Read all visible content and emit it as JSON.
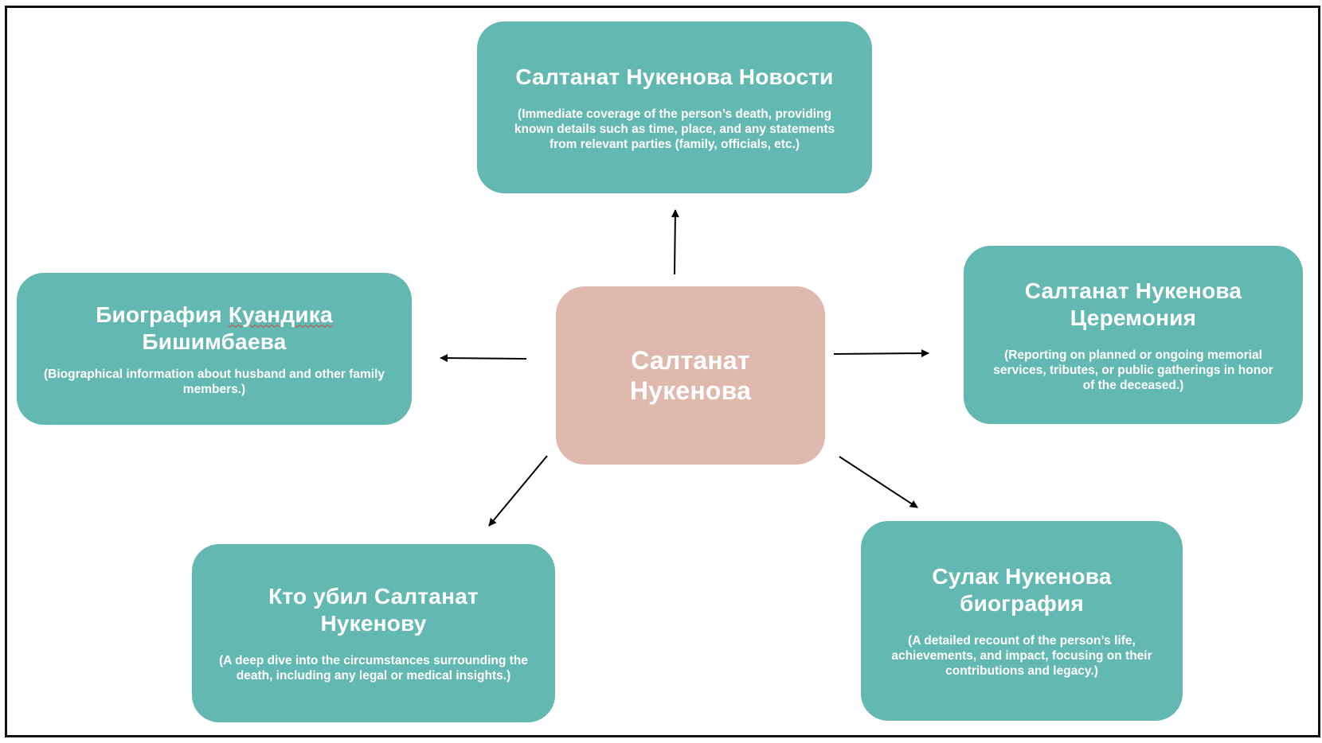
{
  "diagram": {
    "center": {
      "label": "Салтанат Нукенова",
      "fill": "#dfb8ae"
    },
    "topic_fill": "#63b8b1",
    "topics": [
      {
        "id": "news",
        "title": "Салтанат Нукенова Новости",
        "description": "(Immediate coverage of the person’s death, providing known details such as time, place, and any statements from relevant parties (family, officials, etc.)"
      },
      {
        "id": "ceremony",
        "title": "Салтанат Нукенова Церемония",
        "description": "(Reporting on planned or ongoing memorial services, tributes, or public gatherings in honor of the deceased.)"
      },
      {
        "id": "sulak-bio",
        "title": "Сулак Нукенова биография",
        "description": "(A detailed recount of the person’s life, achievements, and impact, focusing on their contributions and legacy.)"
      },
      {
        "id": "who-killed",
        "title": "Кто убил Салтанат Нукенову",
        "description": "(A deep dive into the circumstances surrounding the death, including any legal or medical insights.)"
      },
      {
        "id": "kuandyk-bio",
        "title_before": "Биография ",
        "title_underlined": "Куандика",
        "title_after": " Бишимбаева",
        "description": "(Biographical information about husband and other family members.)"
      }
    ]
  }
}
